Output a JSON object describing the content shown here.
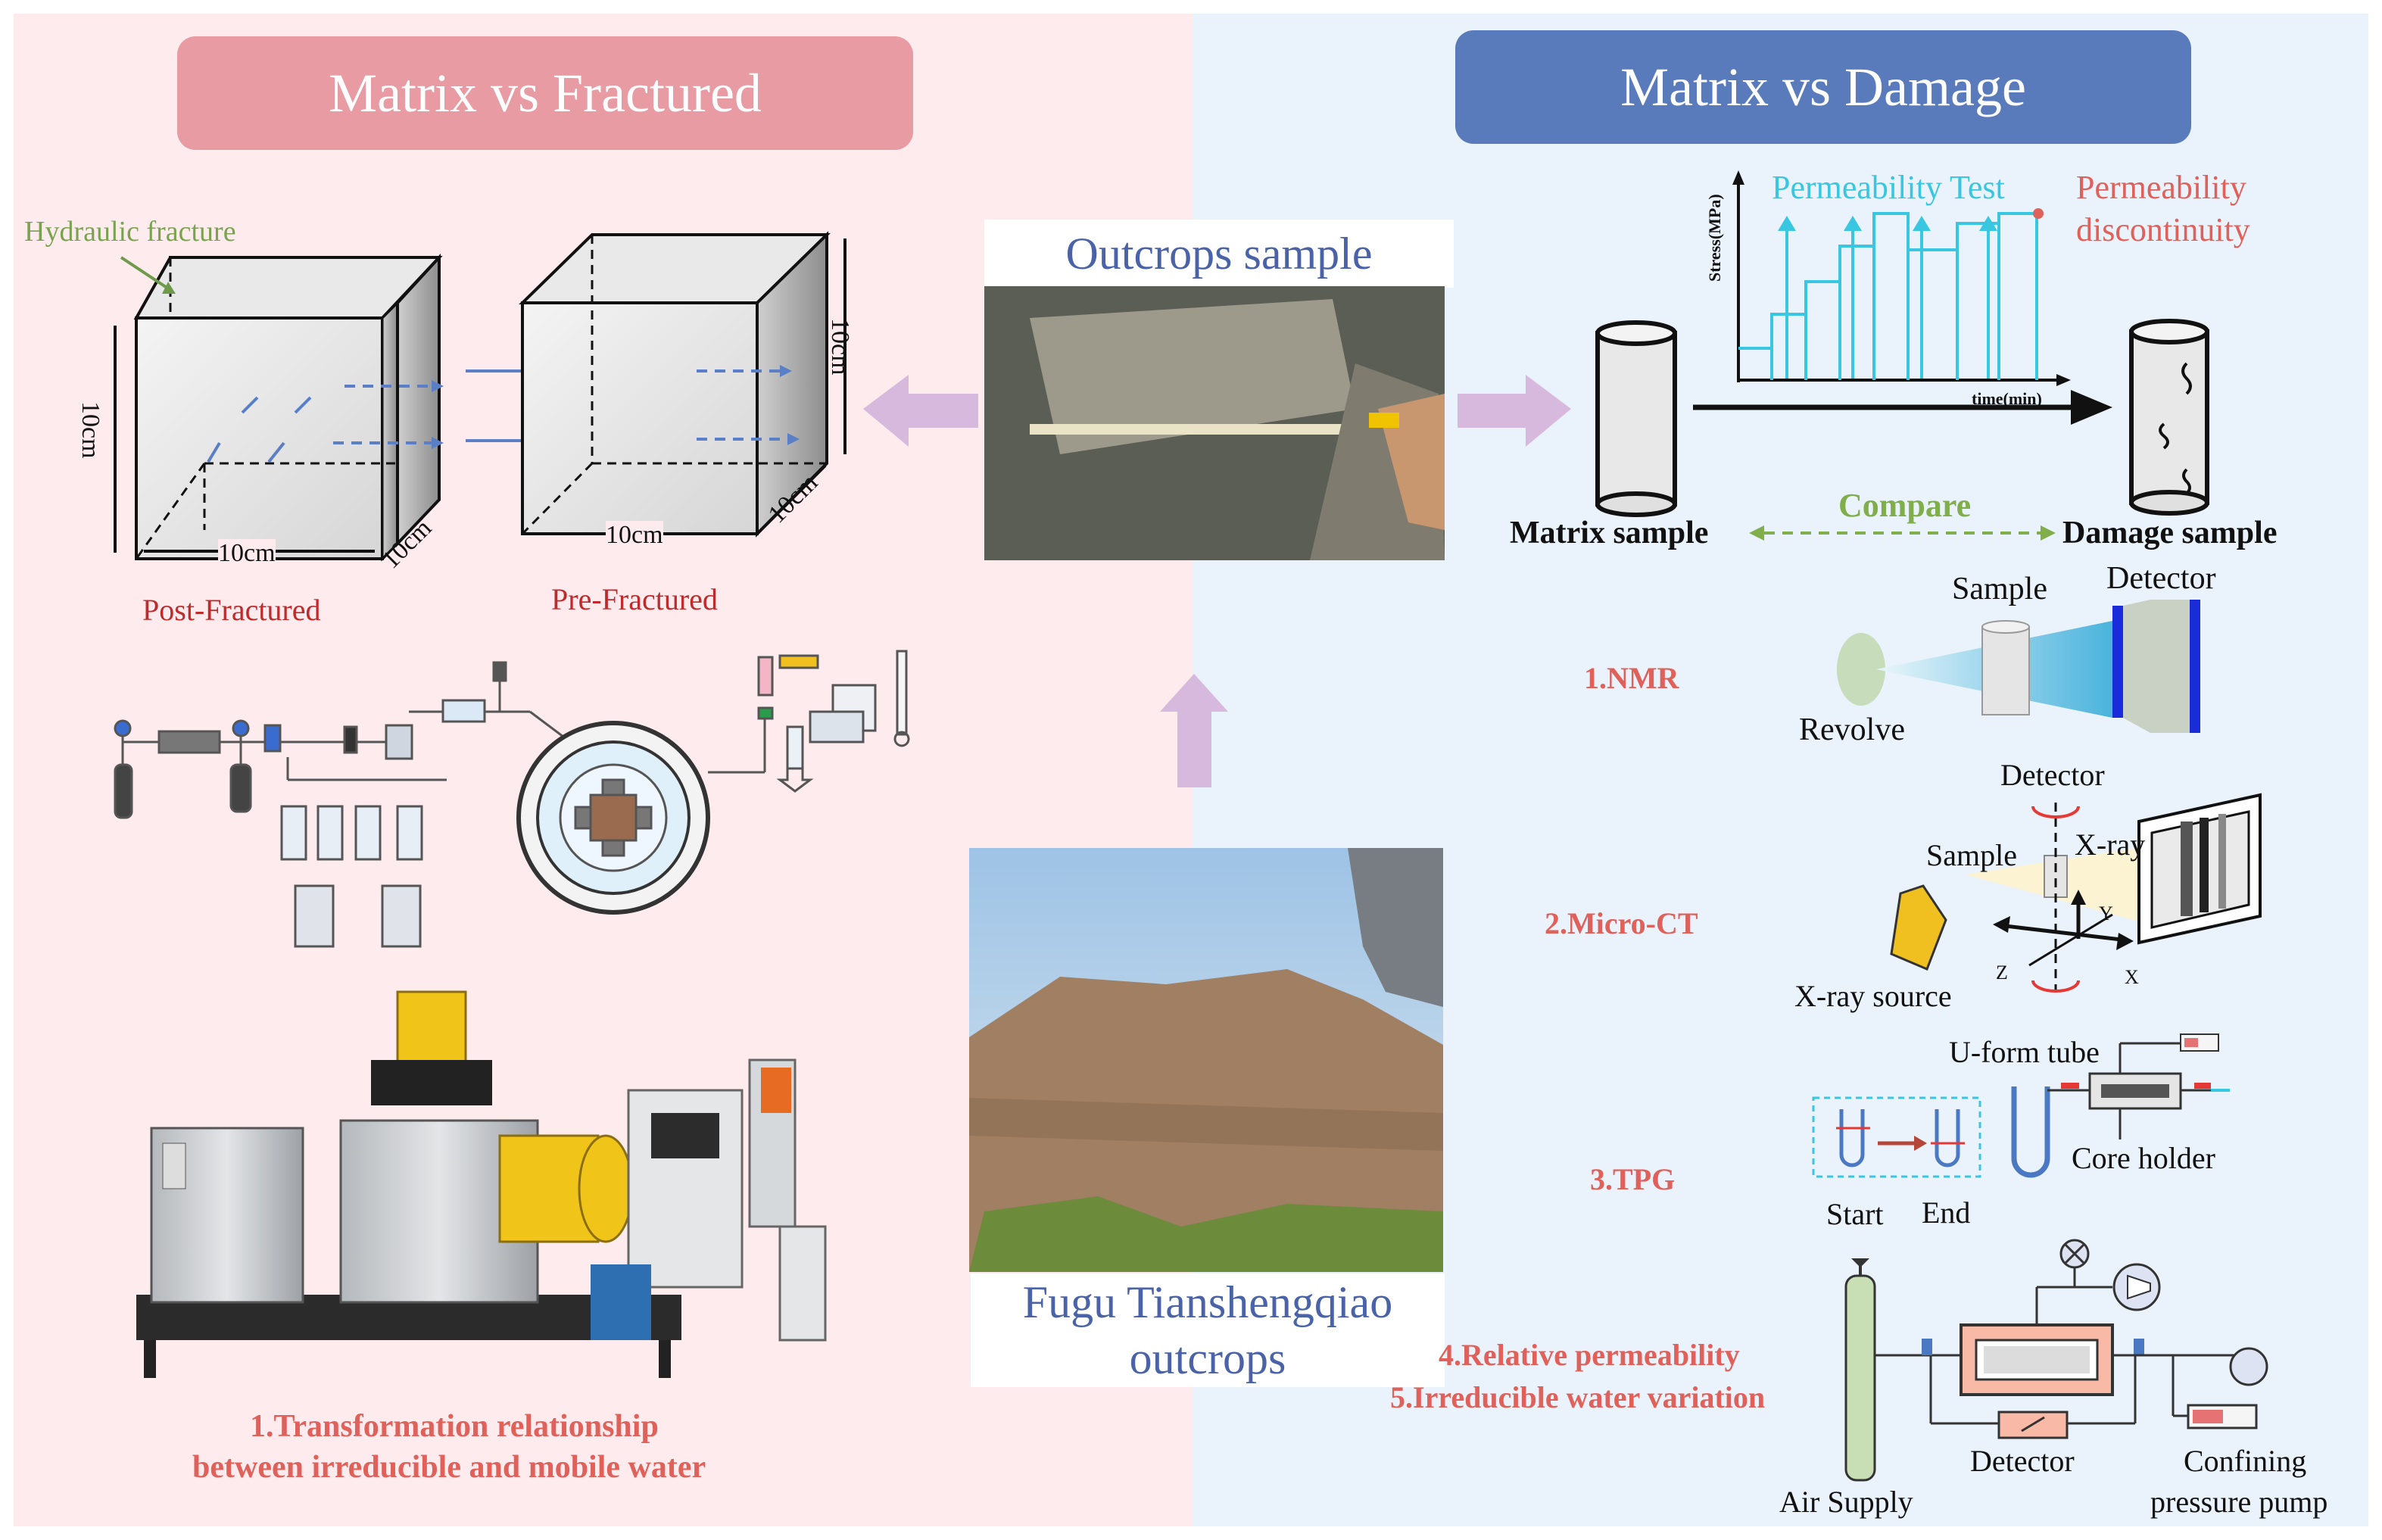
{
  "left": {
    "title": "Matrix vs Fractured",
    "hydraulic_fracture": "Hydraulic fracture",
    "dim_10cm": "10cm",
    "post_fractured": "Post-Fractured",
    "pre_fractured": "Pre-Fractured",
    "finding_line1": "1.Transformation relationship",
    "finding_line2": "between irreducible and mobile water"
  },
  "center": {
    "outcrops_sample": "Outcrops sample",
    "site_line1": "Fugu Tianshengqiao",
    "site_line2": "outcrops"
  },
  "right": {
    "title": "Matrix vs Damage",
    "stress_axis": "Stress(MPa)",
    "time_axis": "time(min)",
    "permeability_test": "Permeability Test",
    "discontinuity_line1": "Permeability",
    "discontinuity_line2": "discontinuity",
    "matrix_sample": "Matrix sample",
    "compare": "Compare",
    "damage_sample": "Damage sample",
    "nmr": {
      "step": "1.NMR",
      "sample": "Sample",
      "detector": "Detector",
      "revolve": "Revolve"
    },
    "ct": {
      "step": "2.Micro-CT",
      "detector": "Detector",
      "sample": "Sample",
      "xray": "X-ray",
      "source": "X-ray source",
      "axis_y": "Y",
      "axis_z": "Z",
      "axis_x": "X"
    },
    "tpg": {
      "step": "3.TPG",
      "u_tube": "U-form tube",
      "core_holder": "Core holder",
      "start": "Start",
      "end": "End"
    },
    "perm": {
      "step4": "4.Relative permeability",
      "step5": "5.Irreducible water variation",
      "detector": "Detector",
      "air_supply": "Air Supply",
      "pump_line1": "Confining",
      "pump_line2": "pressure pump"
    }
  },
  "colors": {
    "left_bg": "#fdebee",
    "right_bg": "#eaf2fb",
    "left_banner": "#e89ba3",
    "right_banner": "#5a7bbb",
    "accent_red": "#c02a2a",
    "accent_salmon": "#e0605a",
    "cyan": "#38c6e0",
    "arrow_lilac": "#d7b9de"
  }
}
